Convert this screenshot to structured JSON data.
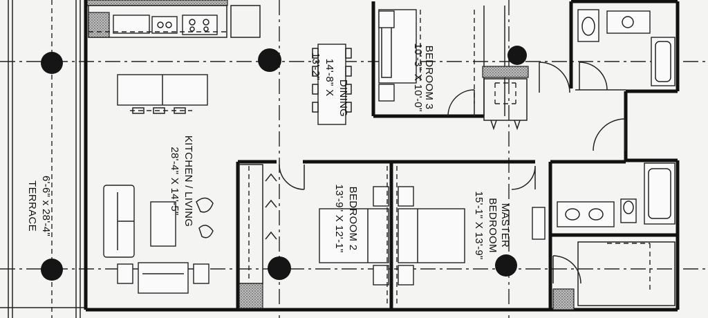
{
  "rooms": {
    "terrace": {
      "name": "TERRACE",
      "dims": "6'-6\" x 28'-4\""
    },
    "kitchen": {
      "name": "KITCHEN / LIVING",
      "dims": "28'-4\" X 14'-5\""
    },
    "dining": {
      "name": "DINING",
      "dims": "14'-8\" X",
      "dims2": "13'-2\""
    },
    "bedroom3": {
      "name": "BEDROOM 3",
      "dims": "10'-3\" X 10'-0\""
    },
    "bedroom2": {
      "name": "BEDROOM 2",
      "dims": "13'-9\" X 12'-1\""
    },
    "master": {
      "name": "MASTER",
      "name2": "BEDROOM",
      "dims": "15'-1\" X 13'-9\""
    }
  }
}
